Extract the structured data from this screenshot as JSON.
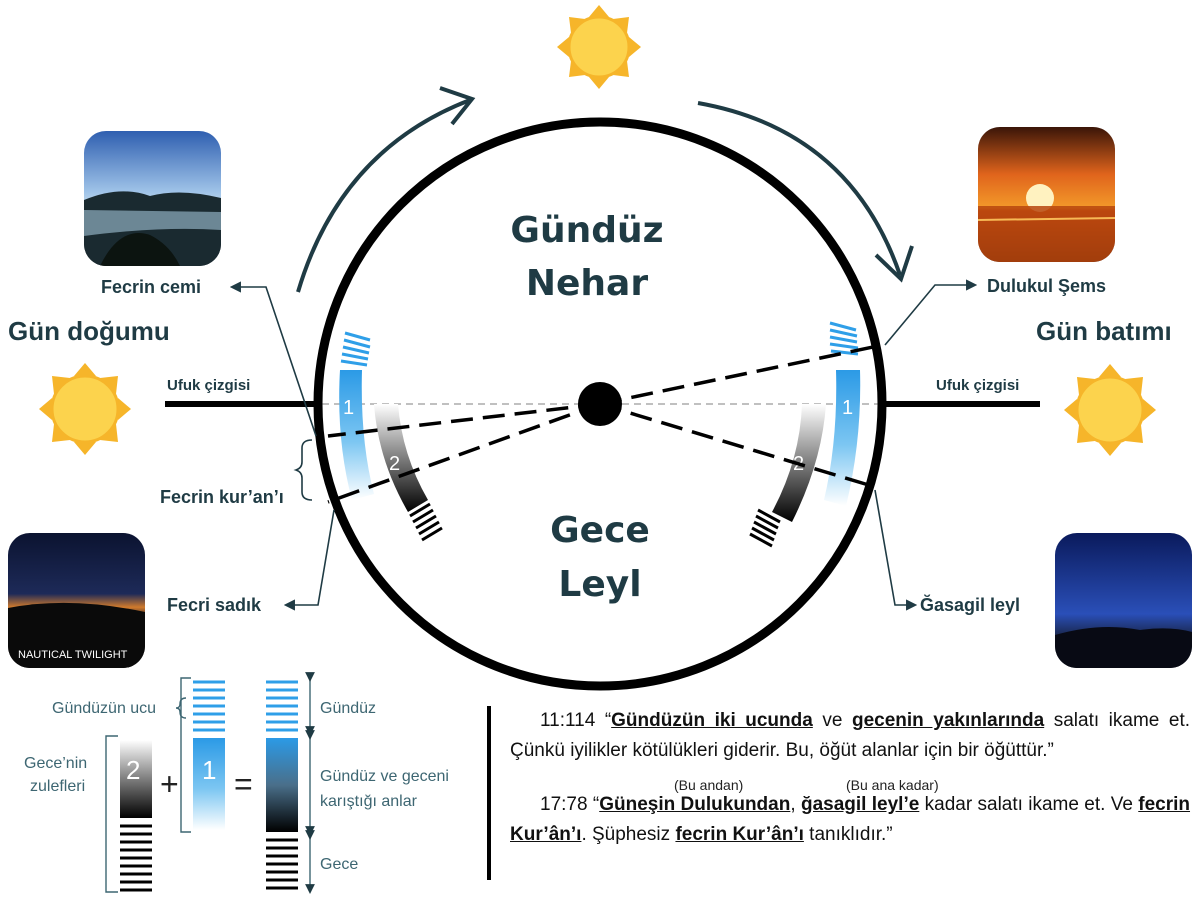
{
  "labels": {
    "gunduz": "Gündüz",
    "nehar": "Nehar",
    "gece": "Gece",
    "leyl": "Leyl",
    "gun_dogumu": "Gün doğumu",
    "gun_batimi": "Gün batımı",
    "ufuk_left": "Ufuk çizgisi",
    "ufuk_right": "Ufuk çizgisi",
    "fecrin_cemi": "Fecrin cemi",
    "fecrin_kurani": "Fecrin kur’an’ı",
    "fecri_sadik": "Fecri sadık",
    "dulukul_sems": "Dulukul Şems",
    "gasagil_leyl": "Ğasagil leyl",
    "band1": "1",
    "band2": "2",
    "nautical": "NAUTICAL TWILIGHT"
  },
  "legend": {
    "gunduzun_ucu": "Gündüzün ucu",
    "gece_nin": "Gece’nin",
    "zulefleri": "zulefleri",
    "num2": "2",
    "num1": "1",
    "plus": "+",
    "equals": "=",
    "gunduz": "Gündüz",
    "karistigi1": "Gündüz ve geceni",
    "karistigi2": "karıştığı anlar",
    "gece": "Gece"
  },
  "verse1": {
    "ref": "11:114 “",
    "u1": "Gündüzün iki ucunda",
    "t1": " ve ",
    "u2": "gecenin yakınlarında",
    "t2": " salatı ikame et. Çünkü iyilikler kötülükleri giderir. Bu, öğüt alanlar için bir öğüttür.”"
  },
  "verse2": {
    "ann1": "(Bu andan)",
    "ann2": "(Bu ana kadar)",
    "ref": "17:78 “",
    "u1": "Güneşin Dulukundan",
    "t1": ", ",
    "u2": "ğasagil leyl’e",
    "t2": "  kadar salatı ikame et. Ve ",
    "u3": "fecrin Kur’ân’ı",
    "t3": ". Şüphesiz ",
    "u4": "fecrin Kur’ân’ı",
    "t4": " tanıklıdır.”"
  },
  "colors": {
    "dark": "#000000",
    "label": "#1f3b44",
    "blue": "#2f9fe8",
    "sun": "#fcd34d",
    "sun_ray": "#f6b52a"
  }
}
